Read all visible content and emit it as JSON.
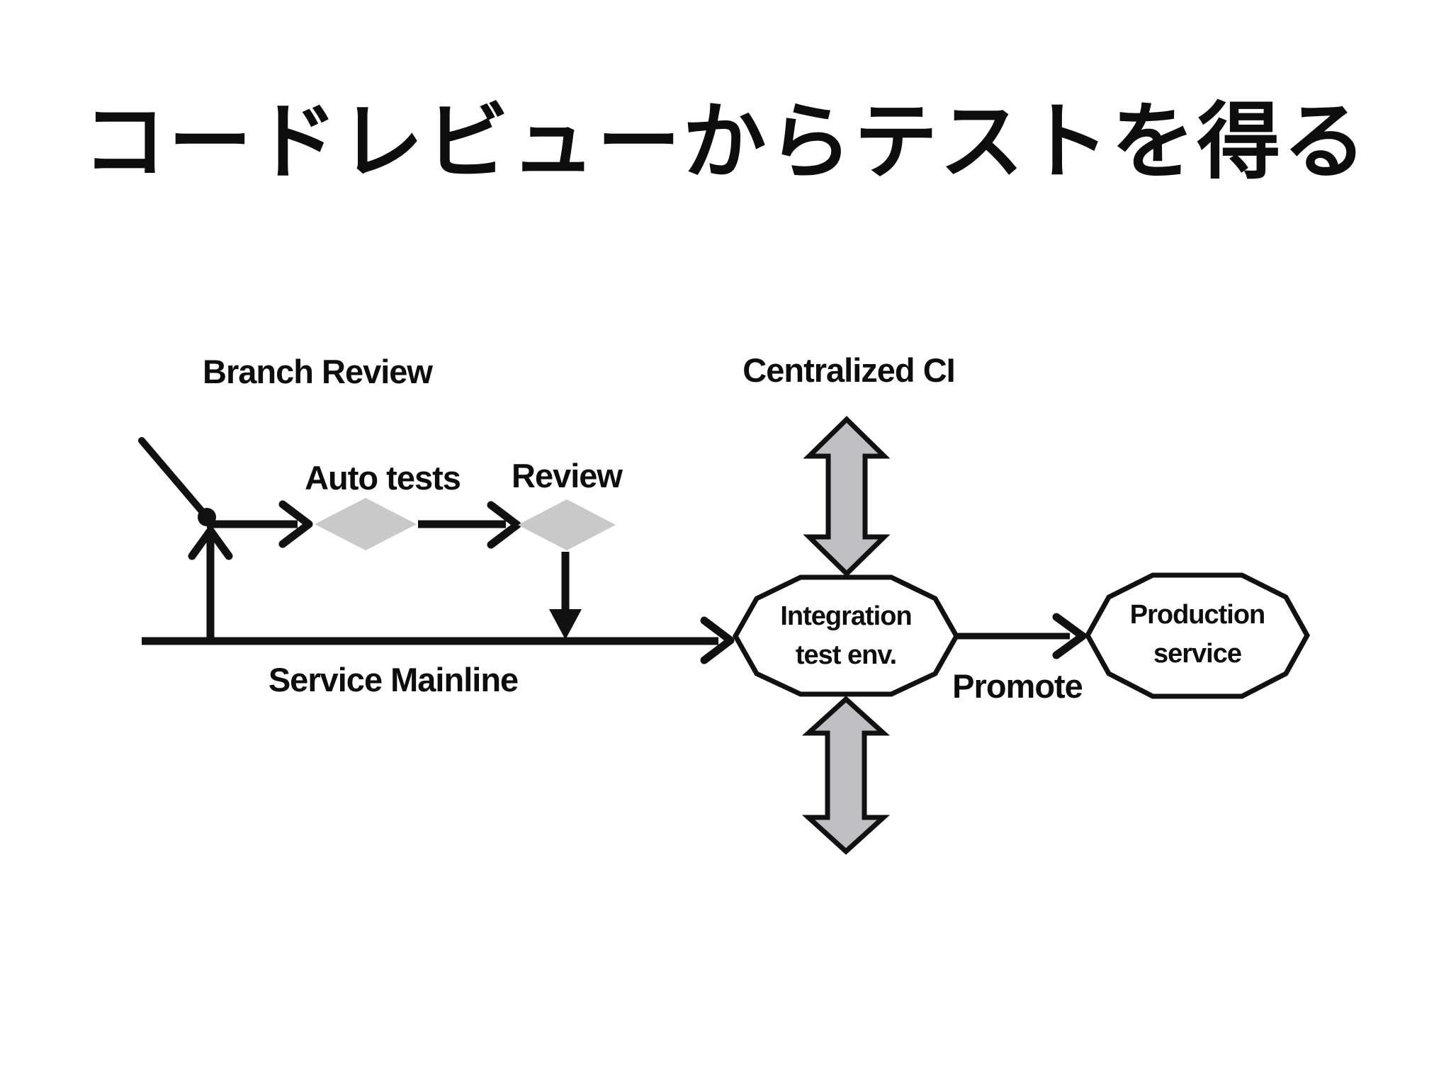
{
  "title": "コードレビューからテストを得る",
  "diagram": {
    "labels": {
      "branch_review": "Branch Review",
      "auto_tests": "Auto tests",
      "review": "Review",
      "centralized_ci": "Centralized CI",
      "service_mainline": "Service Mainline",
      "promote": "Promote"
    },
    "nodes": {
      "integration_env": {
        "line1": "Integration",
        "line2": "test env."
      },
      "production_service": {
        "line1": "Production",
        "line2": "service"
      }
    },
    "colors": {
      "ink": "#111111",
      "diamond_fill": "#c9c9c9",
      "big_arrow_fill": "#bfbfc3",
      "node_fill": "#ffffff",
      "background": "#ffffff"
    }
  }
}
